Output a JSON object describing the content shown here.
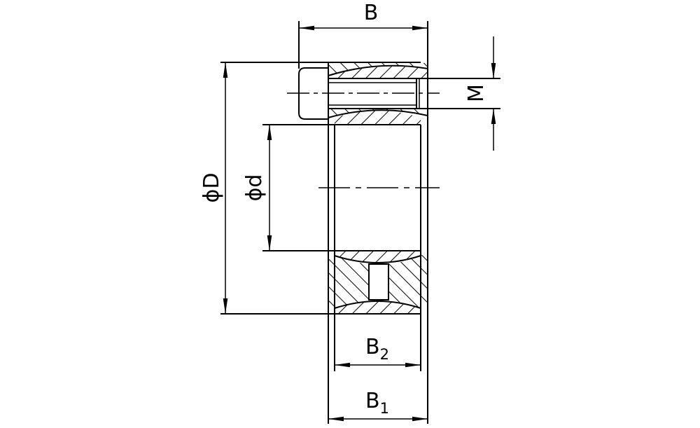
{
  "drawing": {
    "labels": {
      "width_B": "B",
      "thread_M": "M",
      "outer_diameter": "ϕD",
      "inner_diameter": "ϕd",
      "width_B2_main": "B",
      "width_B2_sub": "2",
      "width_B1_main": "B",
      "width_B1_sub": "1"
    },
    "line_color": "#000000",
    "background": "#ffffff"
  }
}
